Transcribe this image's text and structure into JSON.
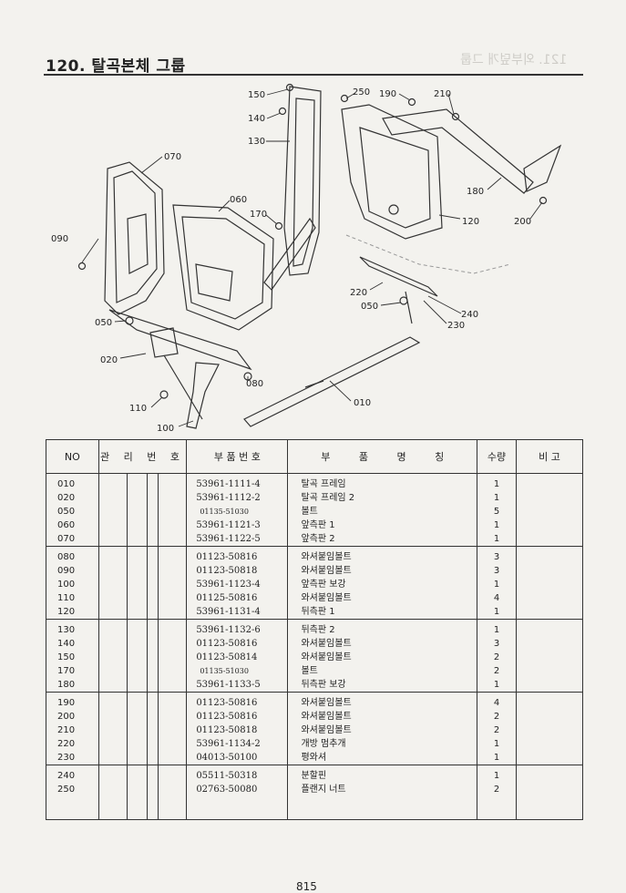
{
  "page_title": "120. 탈곡본체 그룹",
  "ghost_title": "121. 외부덮개 그룹",
  "page_number": "815",
  "callouts": {
    "c010": "010",
    "c020": "020",
    "c050a": "050",
    "c050b": "050",
    "c060": "060",
    "c070": "070",
    "c080": "080",
    "c090": "090",
    "c100": "100",
    "c110": "110",
    "c120": "120",
    "c130": "130",
    "c140": "140",
    "c150": "150",
    "c170": "170",
    "c180": "180",
    "c190": "190",
    "c200": "200",
    "c210": "210",
    "c220": "220",
    "c230": "230",
    "c240": "240",
    "c250": "250"
  },
  "table": {
    "headers": {
      "no": "NO",
      "management_no": "관 리 번 호",
      "part_no": "부 품 번 호",
      "part_name": "부 품 명 칭",
      "qty": "수량",
      "remarks": "비 고"
    },
    "rows": [
      {
        "no": "010",
        "part_no": "53961-1111-4",
        "name": "탈곡 프레임",
        "qty": "1"
      },
      {
        "no": "020",
        "part_no": "53961-1112-2",
        "name": "탈곡 프레임 2",
        "qty": "1"
      },
      {
        "no": "050",
        "part_no": "01135-51030",
        "name": "볼트",
        "qty": "5"
      },
      {
        "no": "060",
        "part_no": "53961-1121-3",
        "name": "앞측판 1",
        "qty": "1"
      },
      {
        "no": "070",
        "part_no": "53961-1122-5",
        "name": "앞측판 2",
        "qty": "1"
      },
      {
        "no": "080",
        "part_no": "01123-50816",
        "name": "와셔붙임볼트",
        "qty": "3"
      },
      {
        "no": "090",
        "part_no": "01123-50818",
        "name": "와셔붙임볼트",
        "qty": "3"
      },
      {
        "no": "100",
        "part_no": "53961-1123-4",
        "name": "앞측판 보강",
        "qty": "1"
      },
      {
        "no": "110",
        "part_no": "01125-50816",
        "name": "와셔붙임볼트",
        "qty": "4"
      },
      {
        "no": "120",
        "part_no": "53961-1131-4",
        "name": "뒤측판 1",
        "qty": "1"
      },
      {
        "no": "130",
        "part_no": "53961-1132-6",
        "name": "뒤측판 2",
        "qty": "1"
      },
      {
        "no": "140",
        "part_no": "01123-50816",
        "name": "와셔붙임볼트",
        "qty": "3"
      },
      {
        "no": "150",
        "part_no": "01123-50814",
        "name": "와셔붙임볼트",
        "qty": "2"
      },
      {
        "no": "170",
        "part_no": "01135-51030",
        "name": "볼트",
        "qty": "2"
      },
      {
        "no": "180",
        "part_no": "53961-1133-5",
        "name": "뒤측판 보강",
        "qty": "1"
      },
      {
        "no": "190",
        "part_no": "01123-50816",
        "name": "와셔붙임볼트",
        "qty": "4"
      },
      {
        "no": "200",
        "part_no": "01123-50816",
        "name": "와셔붙임볼트",
        "qty": "2"
      },
      {
        "no": "210",
        "part_no": "01123-50818",
        "name": "와셔붙임볼트",
        "qty": "2"
      },
      {
        "no": "220",
        "part_no": "53961-1134-2",
        "name": "개방 멈추개",
        "qty": "1"
      },
      {
        "no": "230",
        "part_no": "04013-50100",
        "name": "평와셔",
        "qty": "1"
      },
      {
        "no": "240",
        "part_no": "05511-50318",
        "name": "분할핀",
        "qty": "1"
      },
      {
        "no": "250",
        "part_no": "02763-50080",
        "name": "플랜지 너트",
        "qty": "2"
      }
    ]
  }
}
